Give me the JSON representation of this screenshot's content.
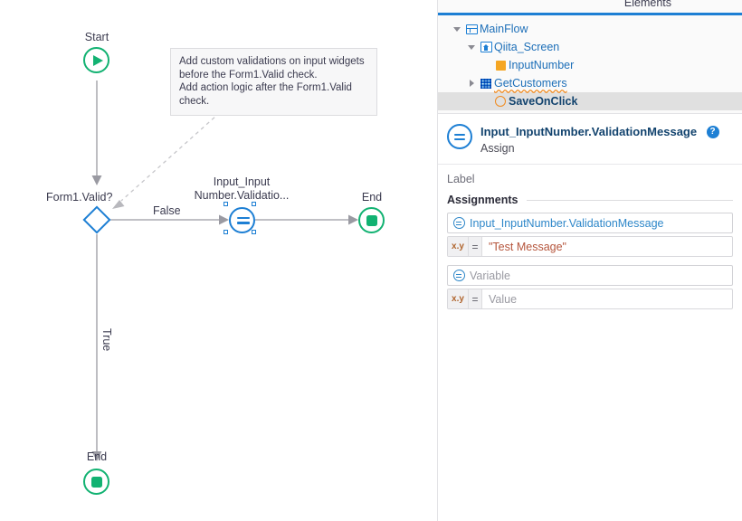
{
  "app": {
    "accent_blue": "#1d7fd4",
    "green": "#12b272",
    "orange": "#f08a1e",
    "value_red": "#b5553c"
  },
  "flow": {
    "start_label": "Start",
    "decision_label": "Form1.Valid?",
    "decision_false_label": "False",
    "decision_true_label": "True",
    "assign_label_line1": "Input_Input",
    "assign_label_line2": "Number.Validatio...",
    "end_right_label": "End",
    "end_bottom_label": "End",
    "note_text": "Add custom validations on input widgets\nbefore the Form1.Valid check.\nAdd action logic after the Form1.Valid check."
  },
  "elements_panel": {
    "tab_title": "Elements",
    "tree": [
      {
        "label": "MainFlow",
        "icon": "flow-icon",
        "twisty": "down",
        "depth": 0,
        "selected": false,
        "bold": false,
        "squiggle": false
      },
      {
        "label": "Qiita_Screen",
        "icon": "screen-icon",
        "twisty": "down",
        "depth": 1,
        "selected": false,
        "bold": false,
        "squiggle": false
      },
      {
        "label": "InputNumber",
        "icon": "orange-square-icon",
        "twisty": "none",
        "depth": 2,
        "selected": false,
        "bold": false,
        "squiggle": false
      },
      {
        "label": "GetCustomers",
        "icon": "grid-icon",
        "twisty": "right",
        "depth": 2,
        "selected": false,
        "bold": false,
        "squiggle": true
      },
      {
        "label": "SaveOnClick",
        "icon": "orange-circle-icon",
        "twisty": "none",
        "depth": 2,
        "selected": true,
        "bold": true,
        "squiggle": false
      }
    ]
  },
  "properties": {
    "title": "Input_InputNumber.ValidationMessage",
    "help_badge": "?",
    "subtitle": "Assign",
    "label_field": "Label",
    "section_title": "Assignments",
    "rows": [
      {
        "variable": "Input_InputNumber.ValidationMessage",
        "variable_is_placeholder": false,
        "xy": "x.y",
        "eq": "=",
        "value": "\"Test Message\"",
        "value_is_placeholder": false
      },
      {
        "variable": "Variable",
        "variable_is_placeholder": true,
        "xy": "x.y",
        "eq": "=",
        "value": "Value",
        "value_is_placeholder": true
      }
    ]
  }
}
